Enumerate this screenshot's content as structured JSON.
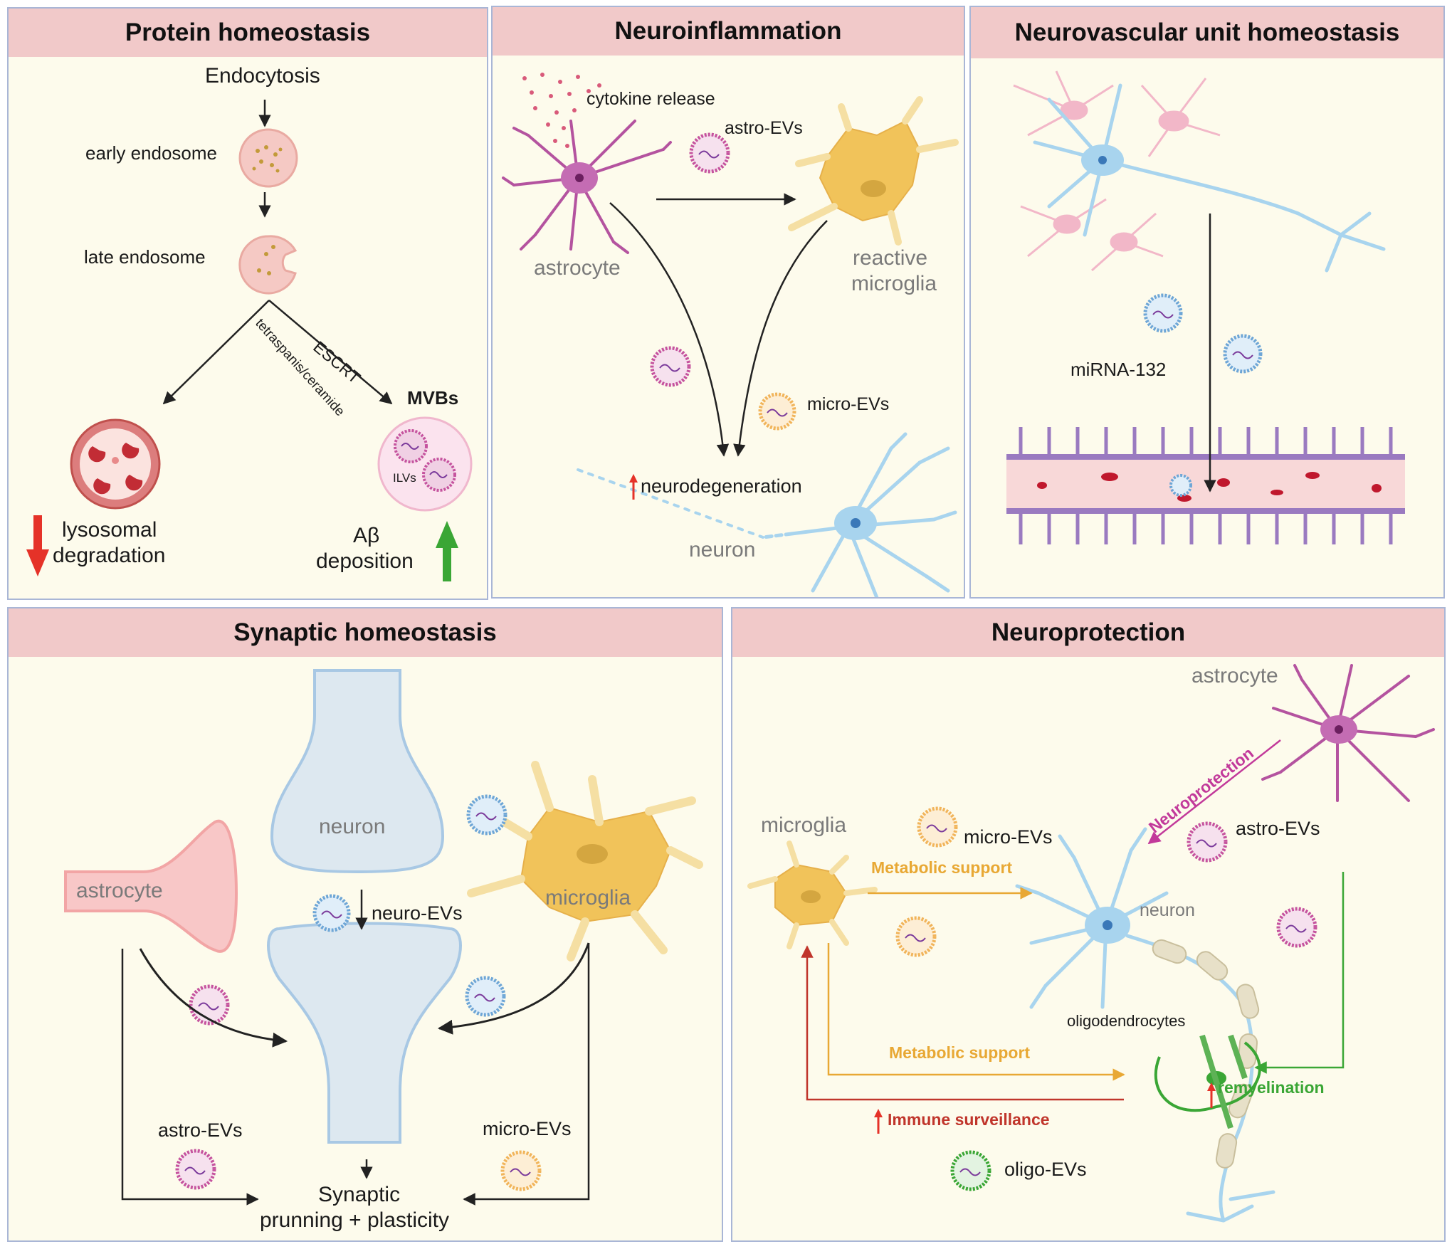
{
  "panels": {
    "protein": {
      "title": "Protein homeostasis",
      "endocytosis": "Endocytosis",
      "early_endosome": "early endosome",
      "late_endosome": "late endosome",
      "escrt": "ESCRT",
      "tetraspanis": "tetraspanis/ceramide",
      "mvbs": "MVBs",
      "ilvs": "ILVs",
      "lysosomal": "lysosomal",
      "degradation": "degradation",
      "abeta": "Aβ",
      "deposition": "deposition"
    },
    "neuroinflammation": {
      "title": "Neuroinflammation",
      "cytokine_release": "cytokine release",
      "astro_evs": "astro-EVs",
      "astrocyte": "astrocyte",
      "reactive": "reactive",
      "microglia": "microglia",
      "micro_evs": "micro-EVs",
      "neurodegeneration": "neurodegeneration",
      "neuron": "neuron"
    },
    "neurovascular": {
      "title": "Neurovascular unit homeostasis",
      "mirna": "miRNA-132"
    },
    "synaptic": {
      "title": "Synaptic homeostasis",
      "neuron": "neuron",
      "astrocyte": "astrocyte",
      "microglia": "microglia",
      "neuro_evs": "neuro-EVs",
      "astro_evs": "astro-EVs",
      "micro_evs": "micro-EVs",
      "synaptic": "Synaptic",
      "prunning": "prunning + plasticity"
    },
    "neuroprotection": {
      "title": "Neuroprotection",
      "astrocyte": "astrocyte",
      "neuroprotection_arrow": "Neuroprotection",
      "microglia": "microglia",
      "micro_evs": "micro-EVs",
      "astro_evs": "astro-EVs",
      "metabolic_support_1": "Metabolic support",
      "neuron": "neuron",
      "oligodendrocytes": "oligodendrocytes",
      "metabolic_support_2": "Metabolic support",
      "remyelination": "remyelination",
      "immune_surveillance": "Immune surveillance",
      "oligo_evs": "oligo-EVs"
    }
  },
  "colors": {
    "header_bg": "#f1c9c9",
    "panel_bg": "#fdfbec",
    "panel_border": "#a9b6d6",
    "astrocyte": "#b4539f",
    "microglia": "#f1c35a",
    "neuron": "#a8d4ee",
    "red_arrow": "#e53228",
    "green_arrow": "#3aa635",
    "metabolic": "#e8a834",
    "immune": "#c0352b",
    "remyelination": "#3aa635",
    "neuroprotection": "#c2399a"
  }
}
